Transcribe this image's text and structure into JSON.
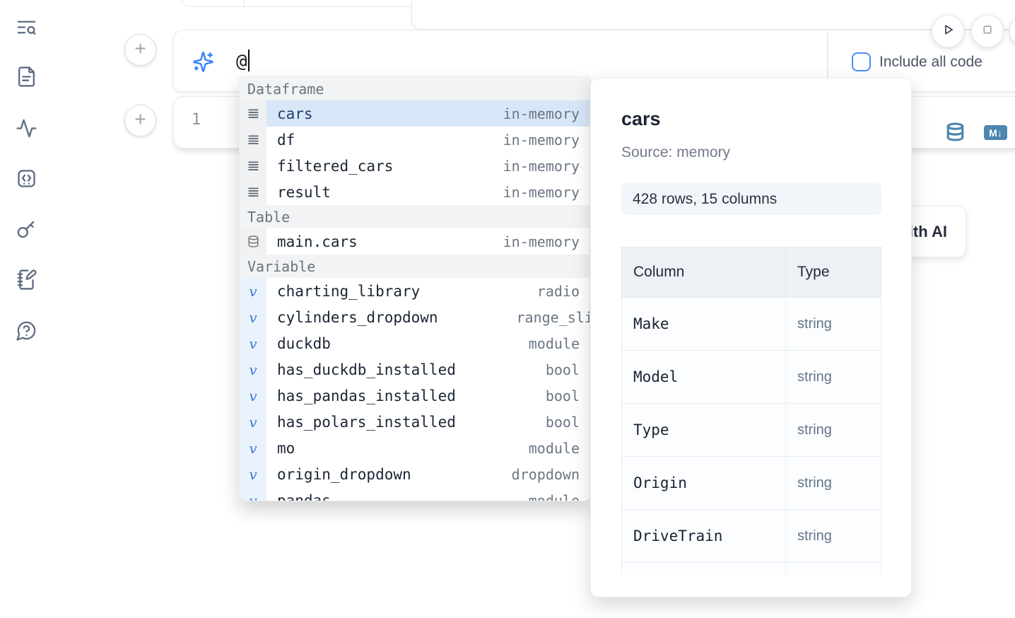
{
  "topbar": {
    "run_icon": "play-icon",
    "interrupt_icon": "stop-icon"
  },
  "sidebar": {
    "icons": [
      "text-search-icon",
      "file-document-icon",
      "activity-icon",
      "snippets-code-icon",
      "key-icon",
      "notebook-pen-icon",
      "help-chat-icon"
    ]
  },
  "ai_cell": {
    "prompt_value": "@",
    "include_all_code_label": "Include all code",
    "sparkle_icon": "sparkles-icon"
  },
  "code_cell": {
    "line_number": "1",
    "database_icon": "database-icon",
    "markdown_badge": "M↓"
  },
  "autocomplete": {
    "sections": [
      {
        "label": "Dataframe",
        "icon": "rows-icon",
        "items": [
          {
            "name": "cars",
            "type": "in-memory",
            "selected": true
          },
          {
            "name": "df",
            "type": "in-memory"
          },
          {
            "name": "filtered_cars",
            "type": "in-memory"
          },
          {
            "name": "result",
            "type": "in-memory"
          }
        ]
      },
      {
        "label": "Table",
        "icon": "database-icon",
        "items": [
          {
            "name": "main.cars",
            "type": "in-memory"
          }
        ]
      },
      {
        "label": "Variable",
        "icon": "variable-icon",
        "items": [
          {
            "name": "charting_library",
            "type": "radio"
          },
          {
            "name": "cylinders_dropdown",
            "type": "range_slider",
            "type_clipped": true
          },
          {
            "name": "duckdb",
            "type": "module"
          },
          {
            "name": "has_duckdb_installed",
            "type": "bool"
          },
          {
            "name": "has_pandas_installed",
            "type": "bool"
          },
          {
            "name": "has_polars_installed",
            "type": "bool"
          },
          {
            "name": "mo",
            "type": "module"
          },
          {
            "name": "origin_dropdown",
            "type": "dropdown"
          },
          {
            "name": "pandas",
            "type": "module",
            "partial": true
          }
        ]
      }
    ]
  },
  "preview": {
    "title": "cars",
    "source_label": "Source: memory",
    "shape_badge": "428 rows, 15 columns",
    "table": {
      "headers": [
        "Column",
        "Type"
      ],
      "rows": [
        [
          "Make",
          "string"
        ],
        [
          "Model",
          "string"
        ],
        [
          "Type",
          "string"
        ],
        [
          "Origin",
          "string"
        ],
        [
          "DriveTrain",
          "string"
        ]
      ],
      "partial_row_visible": true
    }
  },
  "ai_generate_button": {
    "label": "Generate with AI"
  },
  "colors": {
    "accent": "#3b82f6",
    "selection": "#d8e7f8",
    "steel_blue": "#4d86b0"
  }
}
